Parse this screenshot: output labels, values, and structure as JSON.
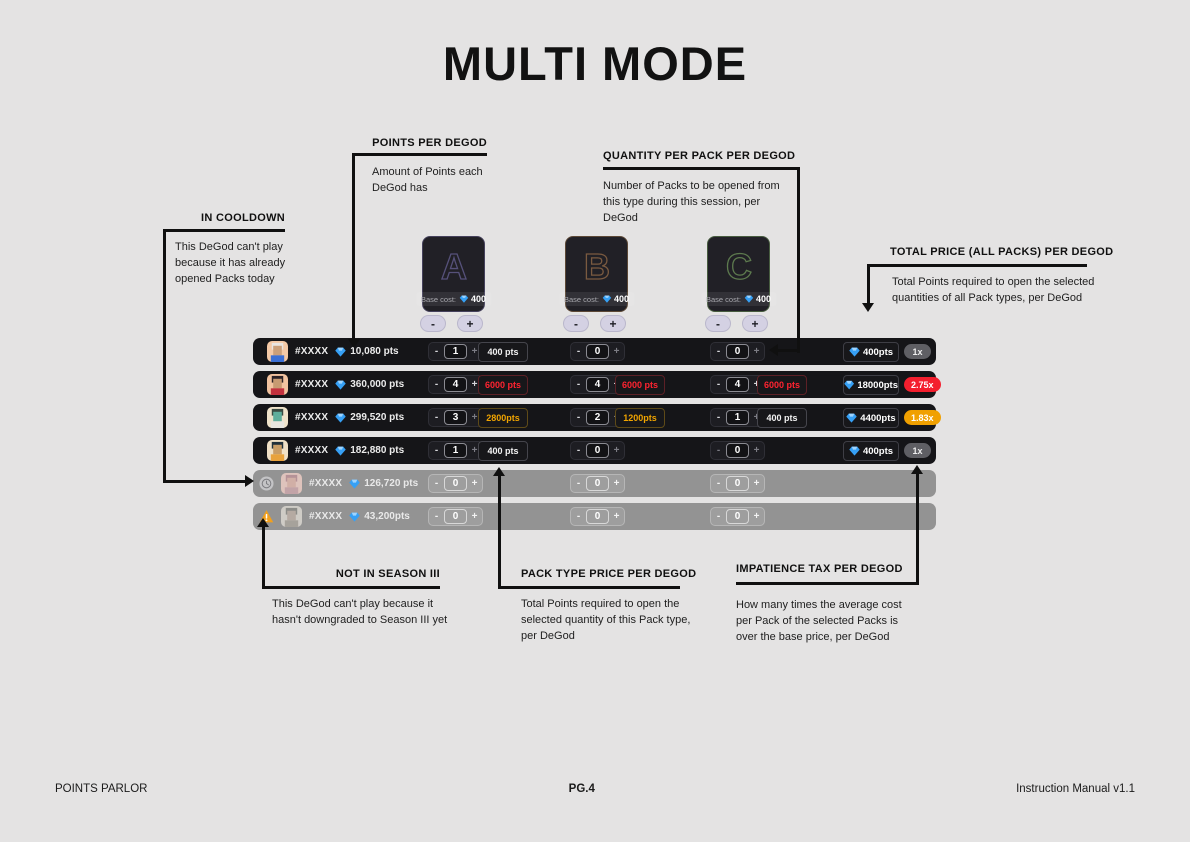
{
  "page": {
    "title": "MULTI MODE",
    "background": "#e4e3e3"
  },
  "controls": {
    "minus": "-",
    "plus": "+"
  },
  "colors": {
    "row_bg": "#151518",
    "row_disabled_bg": "#939393",
    "diamond": "#36a0f5",
    "badge_gray": "#5f5f64",
    "badge_red": "#f41f2e",
    "badge_amber": "#f0a000",
    "price_red": "#ff2330",
    "price_amber": "#f0a400"
  },
  "callouts": {
    "points": {
      "label": "POINTS PER DEGOD",
      "desc": "Amount of Points each DeGod has"
    },
    "quantity": {
      "label": "QUANTITY PER PACK PER DEGOD",
      "desc": "Number of Packs to be opened from this type during this session, per DeGod"
    },
    "cooldown": {
      "label": "IN COOLDOWN",
      "desc": "This DeGod can't play because it has already opened Packs today"
    },
    "total": {
      "label": "TOTAL PRICE (ALL PACKS)  PER DEGOD",
      "desc": "Total Points required to open the selected quantities of all Pack types, per DeGod"
    },
    "season": {
      "label": "NOT IN SEASON III",
      "desc": "This DeGod can't play because it hasn't downgraded to Season III yet"
    },
    "packprice": {
      "label": "PACK TYPE PRICE PER DEGOD",
      "desc": "Total Points required to open the selected quantity of this Pack type, per DeGod"
    },
    "tax": {
      "label": "IMPATIENCE TAX PER DEGOD",
      "desc": "How many times the average cost per Pack of the selected Packs is over the base price, per DeGod"
    }
  },
  "packs": [
    {
      "letter": "A",
      "base_cost_label": "Base cost:",
      "base_cost": "400",
      "accent": "#56517a",
      "border": "#45415c"
    },
    {
      "letter": "B",
      "base_cost_label": "Base cost:",
      "base_cost": "400",
      "accent": "#7a5a40",
      "border": "#5c4836"
    },
    {
      "letter": "C",
      "base_cost_label": "Base cost:",
      "base_cost": "400",
      "accent": "#5d7a4e",
      "border": "#475c3f"
    }
  ],
  "rows": [
    {
      "state": "active",
      "id": "#XXXX",
      "points": "10,080 pts",
      "a": {
        "qty": "1",
        "price": "400 pts",
        "style": "normal"
      },
      "b": {
        "qty": "0"
      },
      "c": {
        "qty": "0"
      },
      "total": "400pts",
      "tax": "1x",
      "tax_style": "gray",
      "avatar": {
        "bg": "#f4c9a6",
        "hair": "#e9e5e1",
        "face": "#cb9f79",
        "shirt": "#3b6fd4"
      }
    },
    {
      "state": "active",
      "id": "#XXXX",
      "points": "360,000 pts",
      "a": {
        "qty": "4",
        "price": "6000 pts",
        "style": "red"
      },
      "b": {
        "qty": "4",
        "price": "6000 pts",
        "style": "red"
      },
      "c": {
        "qty": "4",
        "price": "6000 pts",
        "style": "red"
      },
      "total": "18000pts",
      "tax": "2.75x",
      "tax_style": "red",
      "avatar": {
        "bg": "#f2c3a0",
        "hair": "#2b2126",
        "face": "#c79a72",
        "shirt": "#c2313e"
      }
    },
    {
      "state": "active",
      "id": "#XXXX",
      "points": "299,520 pts",
      "a": {
        "qty": "3",
        "price": "2800pts",
        "style": "amber"
      },
      "b": {
        "qty": "2",
        "price": "1200pts",
        "style": "amber"
      },
      "c": {
        "qty": "1",
        "price": "400 pts",
        "style": "normal"
      },
      "total": "4400pts",
      "tax": "1.83x",
      "tax_style": "amber",
      "avatar": {
        "bg": "#efe3cb",
        "hair": "#3a4a42",
        "face": "#5fae9c",
        "shirt": "#e8e6e0"
      }
    },
    {
      "state": "active",
      "id": "#XXXX",
      "points": "182,880 pts",
      "a": {
        "qty": "1",
        "price": "400 pts",
        "style": "normal"
      },
      "b": {
        "qty": "0"
      },
      "c": {
        "qty": "0"
      },
      "total": "400pts",
      "tax": "1x",
      "tax_style": "gray",
      "avatar": {
        "bg": "#efe0c6",
        "hair": "#20303a",
        "face": "#c89d66",
        "shirt": "#e8a23c"
      }
    },
    {
      "state": "cooldown",
      "status_icon": "clock-icon",
      "id": "#XXXX",
      "points": "126,720 pts",
      "a": {
        "qty": "0"
      },
      "b": {
        "qty": "0"
      },
      "c": {
        "qty": "0"
      },
      "avatar": {
        "bg": "#ecccc4",
        "hair": "#bb9298",
        "face": "#dcb5aa",
        "shirt": "#cba6ab"
      }
    },
    {
      "state": "season",
      "status_icon": "warning-icon",
      "id": "#XXXX",
      "points": "43,200pts",
      "a": {
        "qty": "0"
      },
      "b": {
        "qty": "0"
      },
      "c": {
        "qty": "0"
      },
      "avatar": {
        "bg": "#dad6d0",
        "hair": "#8b8b87",
        "face": "#bbafa5",
        "shirt": "#aaa59d"
      }
    }
  ],
  "footer": {
    "left": "POINTS PARLOR",
    "center": "PG.4",
    "right": "Instruction Manual v1.1"
  }
}
